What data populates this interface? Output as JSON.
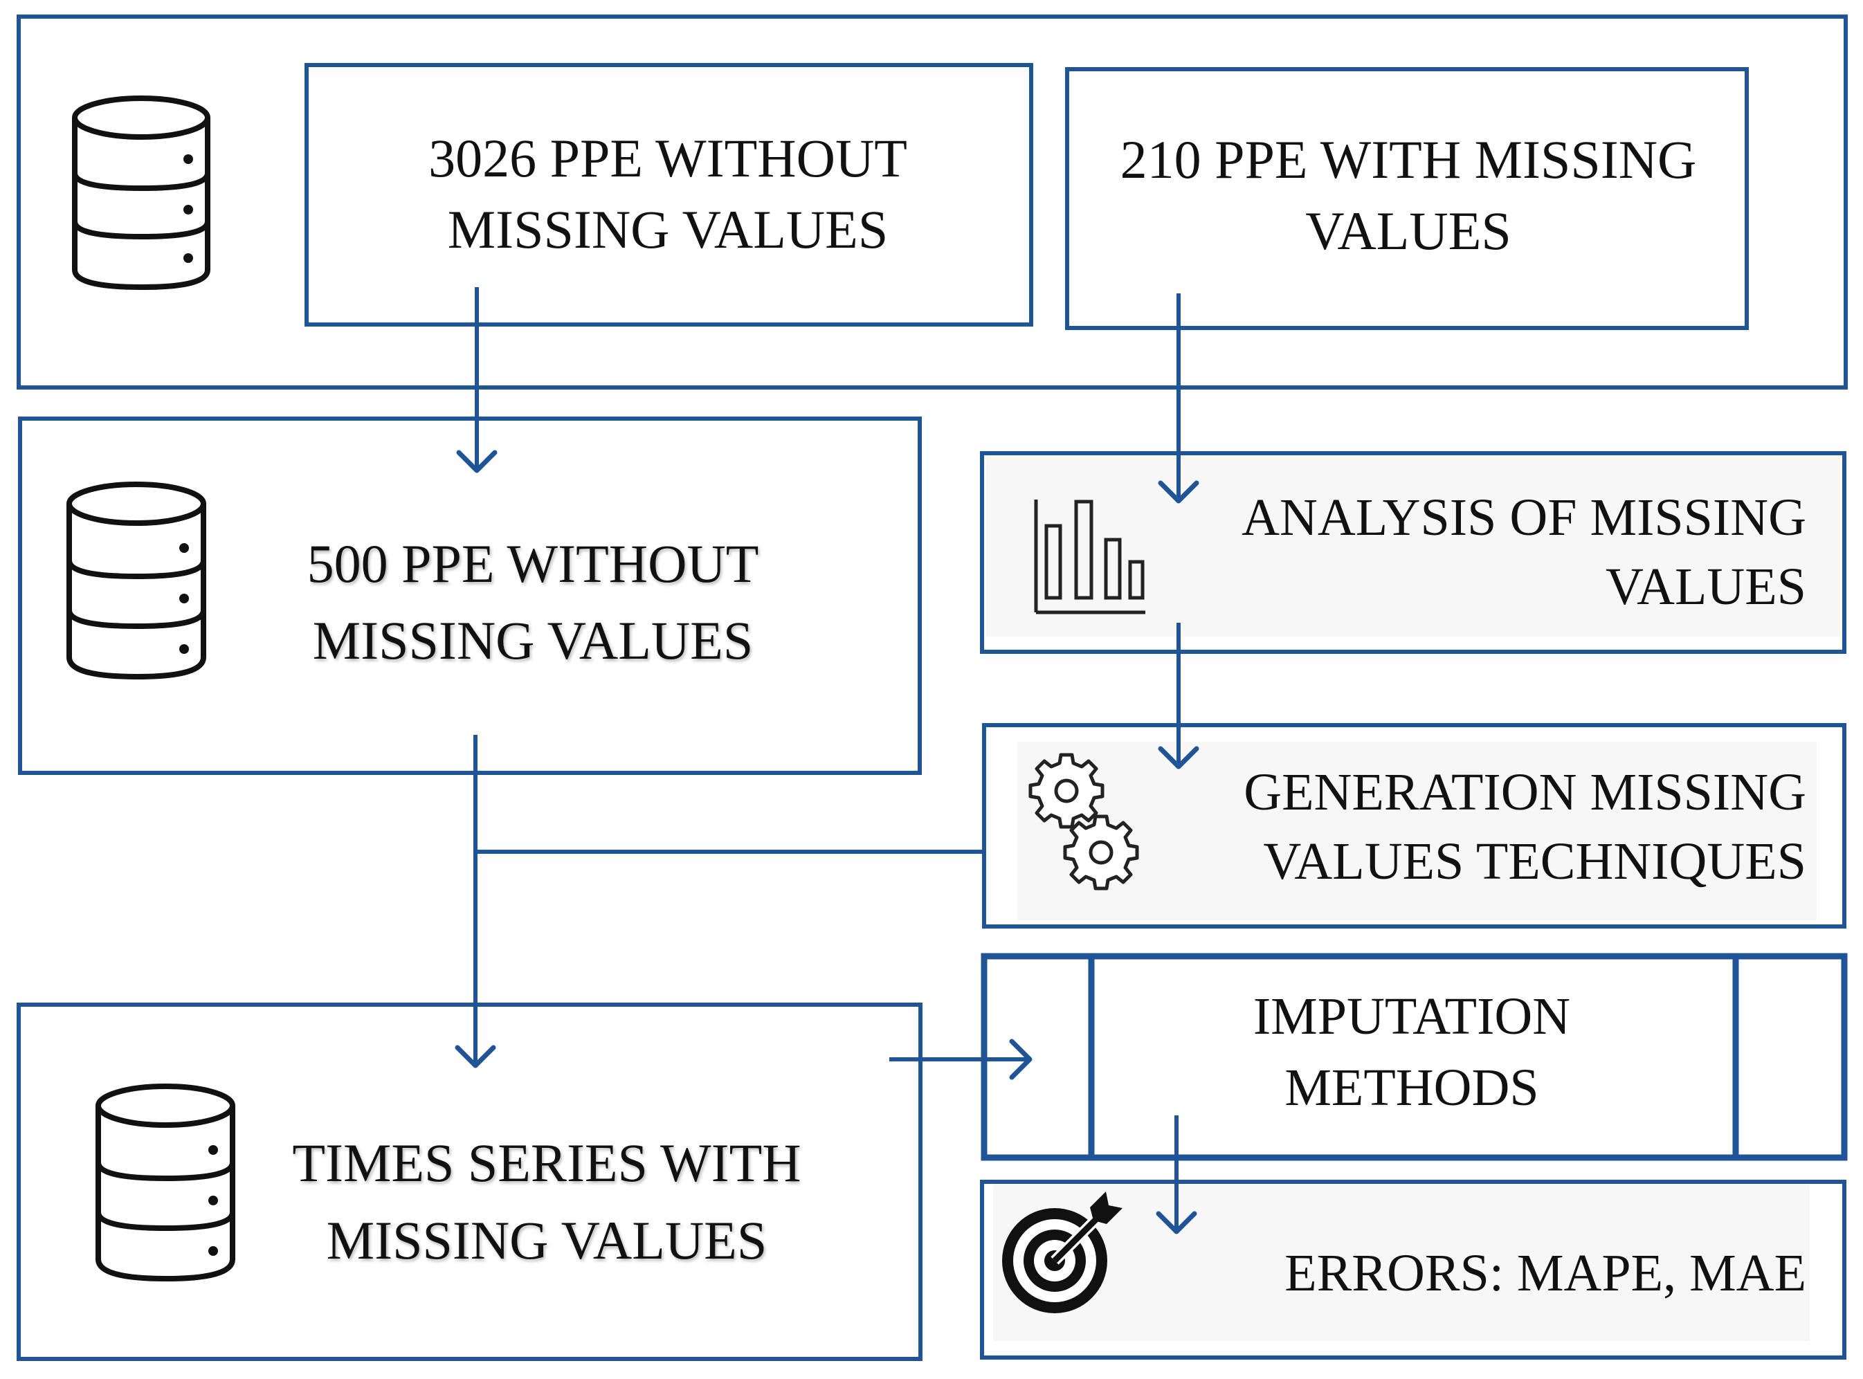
{
  "colors": {
    "frame_blue": "#1f5597",
    "icon_black": "#111111",
    "text": "#111111",
    "panel_fill": "#f6f6f6"
  },
  "boxes": {
    "without_missing": {
      "text": "3026 PPE WITHOUT MISSING VALUES",
      "icon": "database-icon"
    },
    "with_missing": {
      "text": "210 PPE WITH MISSING VALUES"
    },
    "sample_500": {
      "text": "500 PPE WITHOUT MISSING VALUES",
      "icon": "database-icon"
    },
    "analysis": {
      "text": "ANALYSIS OF MISSING VALUES",
      "icon": "bar-chart-icon"
    },
    "generation": {
      "text": "GENERATION MISSING VALUES TECHNIQUES",
      "icon": "gears-icon"
    },
    "times_series": {
      "text": "TIMES SERIES WITH MISSING VALUES",
      "icon": "database-icon"
    },
    "imputation": {
      "text": "IMPUTATION METHODS"
    },
    "errors": {
      "text": "ERRORS: MAPE, MAE",
      "icon": "target-icon"
    }
  }
}
